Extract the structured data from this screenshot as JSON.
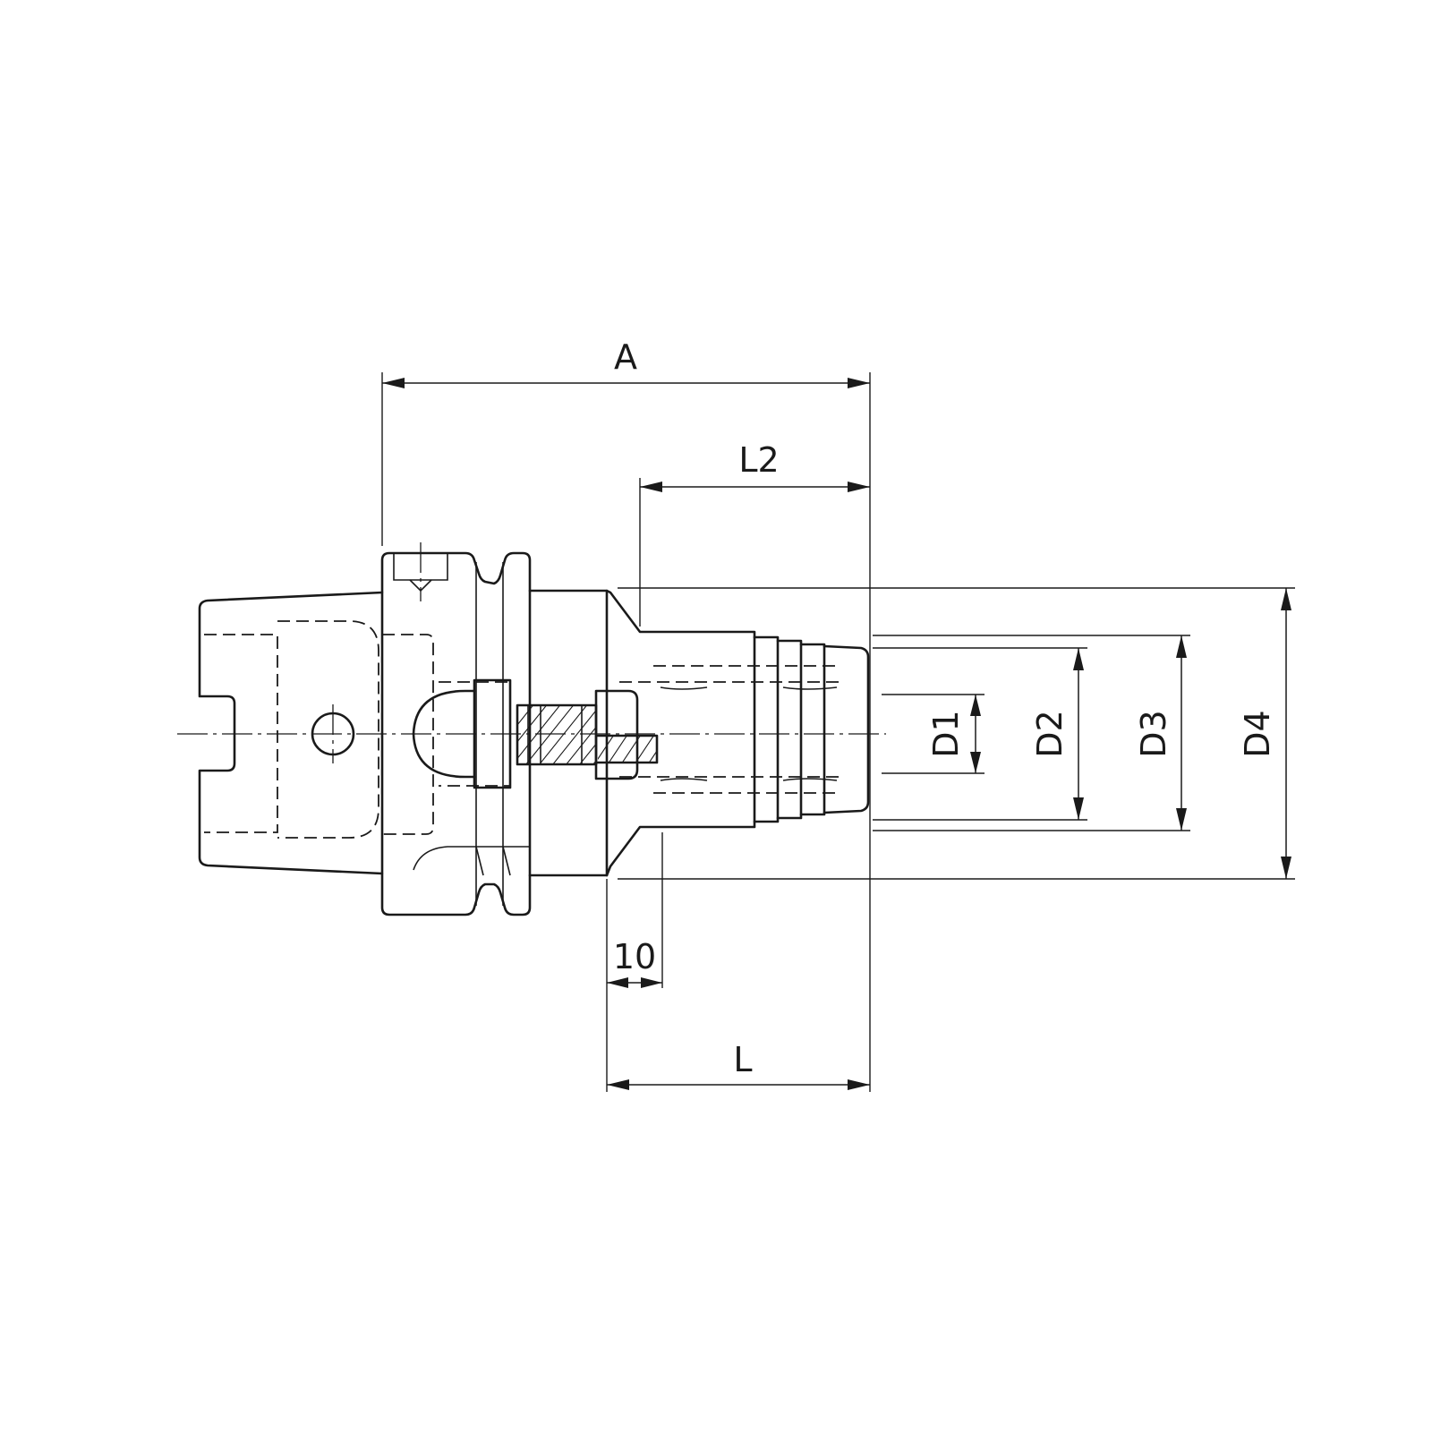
{
  "dimensions": {
    "A": "A",
    "L2": "L2",
    "L": "L",
    "ten": "10",
    "D1": "D1",
    "D2": "D2",
    "D3": "D3",
    "D4": "D4"
  },
  "colors": {
    "line": "#1a1a1a",
    "background": "#ffffff"
  }
}
